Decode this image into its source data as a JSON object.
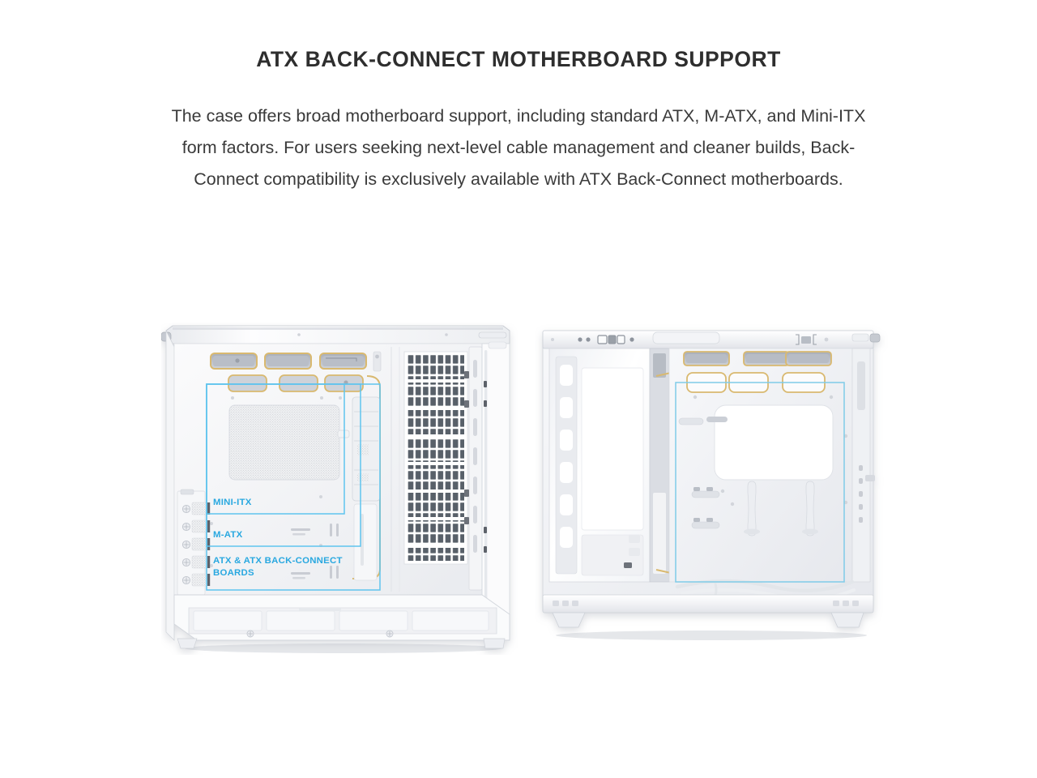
{
  "header": {
    "title": "ATX BACK-CONNECT MOTHERBOARD SUPPORT",
    "body": "The case offers broad motherboard support, including standard ATX, M-ATX, and Mini-ITX form factors. For users seeking next-level cable management and cleaner builds, Back-Connect compatibility is exclusively available with ATX Back-Connect motherboards."
  },
  "colors": {
    "background": "#ffffff",
    "title_text": "#2e2e2e",
    "body_text": "#3a3a3a",
    "annotation_cyan": "#29a8e0",
    "annotation_gold": "#d8b56a",
    "case_white": "#f3f4f6",
    "case_shadow": "#c9ccd3",
    "vent_dark": "#5c6068"
  },
  "figures": [
    {
      "name": "case-interior-left-view",
      "caption": "",
      "annotations": {
        "formfactor_labels": [
          {
            "id": "mini-itx",
            "text": "MINI-ITX"
          },
          {
            "id": "m-atx",
            "text": "M-ATX"
          },
          {
            "id": "atx-back-connect",
            "text": "ATX & ATX BACK-CONNECT\nBOARDS"
          }
        ],
        "outline_colors": {
          "board_outline": "#5fc4ee",
          "cable_cutout_outline": "#d9b96f"
        }
      }
    },
    {
      "name": "case-interior-right-view",
      "caption": "",
      "annotations": {
        "formfactor_labels": [],
        "outline_colors": {
          "board_outline": "#7fcbe8",
          "cable_cutout_outline": "#d9b96f"
        }
      }
    }
  ]
}
